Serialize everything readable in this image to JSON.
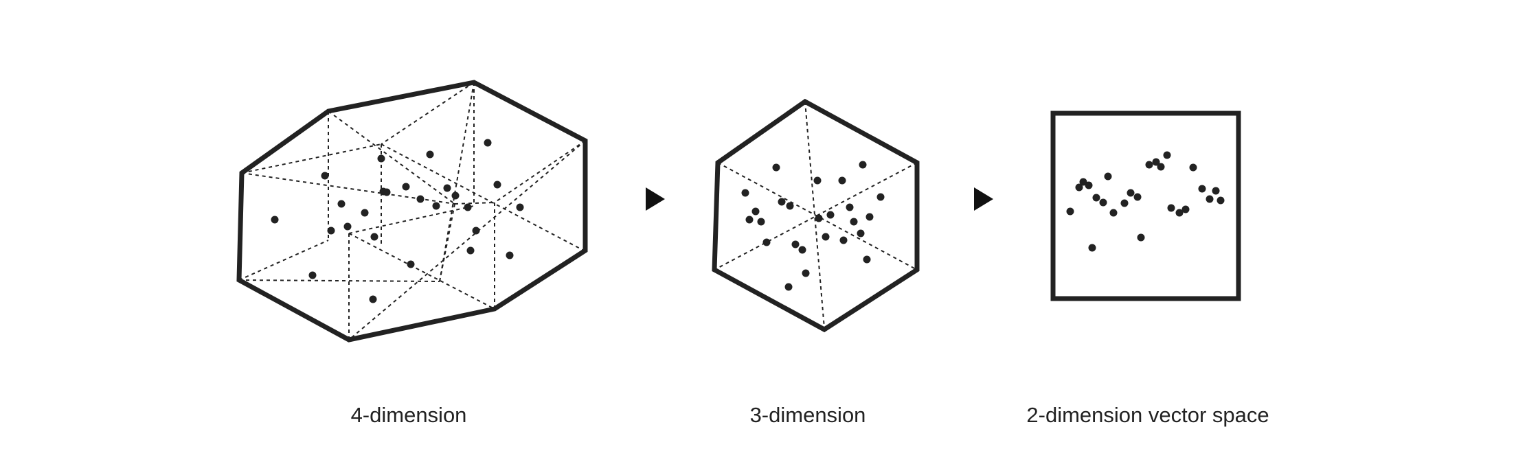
{
  "labels": {
    "four_d": "4-dimension",
    "three_d": "3-dimension",
    "two_d": "2-dimension vector space"
  },
  "colors": {
    "stroke": "#222222",
    "background": "#ffffff"
  },
  "icons": [
    "right-triangle-arrow-icon",
    "right-triangle-arrow-icon"
  ]
}
